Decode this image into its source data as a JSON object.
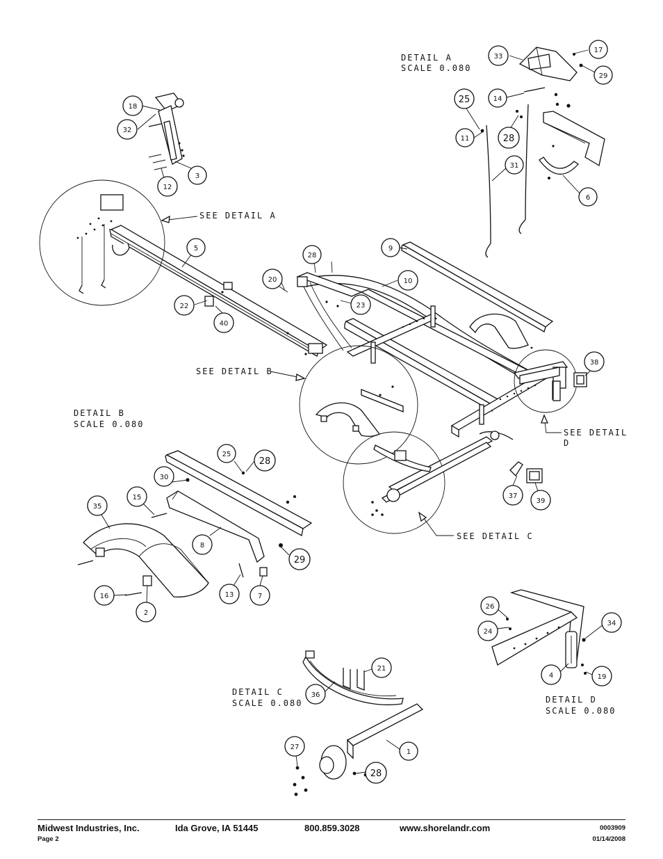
{
  "details": {
    "a_title": "DETAIL  A",
    "a_scale": "SCALE  0.080",
    "b_title": "DETAIL  B",
    "b_scale": "SCALE  0.080",
    "c_title": "DETAIL  C",
    "c_scale": "SCALE  0.080",
    "d_title": "DETAIL  D",
    "d_scale": "SCALE  0.080"
  },
  "see_labels": {
    "a": "SEE DETAIL  A",
    "b": "SEE DETAIL  B",
    "c": "SEE DETAIL  C",
    "d_line1": "SEE DETAIL",
    "d_line2": "D"
  },
  "callouts": {
    "c1": "1",
    "c2": "2",
    "c3": "3",
    "c4": "4",
    "c5": "5",
    "c6": "6",
    "c7": "7",
    "c8": "8",
    "c9": "9",
    "c10": "10",
    "c11": "11",
    "c12": "12",
    "c13": "13",
    "c14": "14",
    "c15": "15",
    "c16": "16",
    "c17": "17",
    "c18": "18",
    "c19": "19",
    "c20": "20",
    "c21": "21",
    "c22": "22",
    "c23": "23",
    "c24": "24",
    "c25a": "25",
    "c25b": "25",
    "c26": "26",
    "c27": "27",
    "c28a": "28",
    "c28b": "28",
    "c28c": "28",
    "c28d": "28",
    "c29a": "29",
    "c29b": "29",
    "c30": "30",
    "c31": "31",
    "c32": "32",
    "c33": "33",
    "c34": "34",
    "c35": "35",
    "c36": "36",
    "c37": "37",
    "c38": "38",
    "c39": "39",
    "c40": "40"
  },
  "footer": {
    "company": "Midwest Industries, Inc.",
    "city": "Ida Grove, IA  51445",
    "phone": "800.859.3028",
    "website": "www.shorelandr.com",
    "doc_number": "0003909",
    "page": "Page 2",
    "date": "01/14/2008"
  }
}
